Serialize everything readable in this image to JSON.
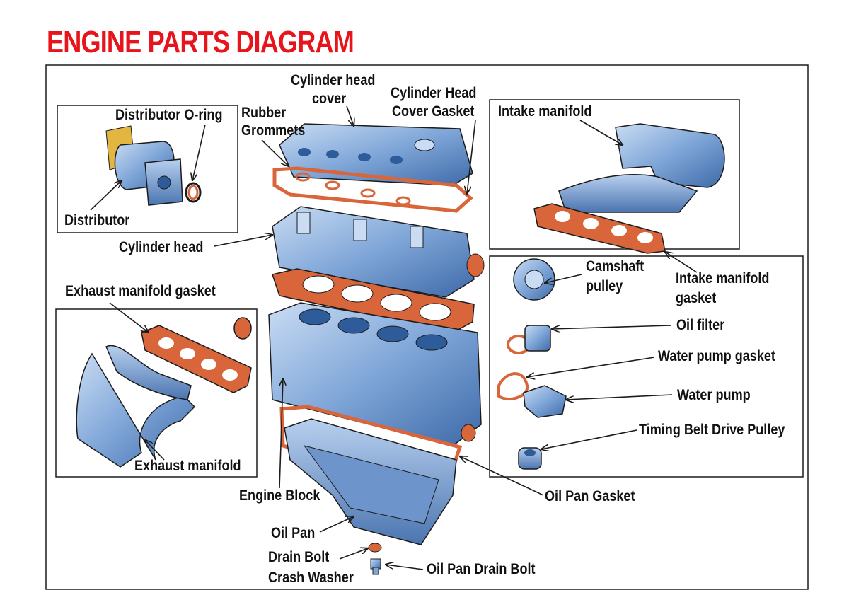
{
  "title": "ENGINE PARTS DIAGRAM",
  "colors": {
    "title": "#e8141b",
    "part": "#7fa6d8",
    "part_dark": "#3e6aa8",
    "gasket": "#d9663a",
    "outline": "#1c1c1c"
  },
  "labels": {
    "distributor_oring": "Distributor O-ring",
    "distributor": "Distributor",
    "rubber_grommets_1": "Rubber",
    "rubber_grommets_2": "Grommets",
    "cyl_head_cover_1": "Cylinder head",
    "cyl_head_cover_2": "cover",
    "cyl_head_cover_gasket_1": "Cylinder Head",
    "cyl_head_cover_gasket_2": "Cover Gasket",
    "intake_manifold": "Intake manifold",
    "cylinder_head": "Cylinder head",
    "camshaft_pulley_1": "Camshaft",
    "camshaft_pulley_2": "pulley",
    "intake_manifold_gasket_1": "Intake manifold",
    "intake_manifold_gasket_2": "gasket",
    "exhaust_manifold_gasket": "Exhaust manifold gasket",
    "oil_filter": "Oil filter",
    "water_pump_gasket": "Water pump gasket",
    "water_pump": "Water pump",
    "timing_belt_drive_pulley": "Timing Belt Drive Pulley",
    "exhaust_manifold": "Exhaust manifold",
    "engine_block": "Engine Block",
    "oil_pan_gasket": "Oil Pan Gasket",
    "oil_pan": "Oil Pan",
    "drain_bolt_crash_washer_1": "Drain Bolt",
    "drain_bolt_crash_washer_2": "Crash Washer",
    "oil_pan_drain_bolt": "Oil Pan Drain Bolt"
  }
}
